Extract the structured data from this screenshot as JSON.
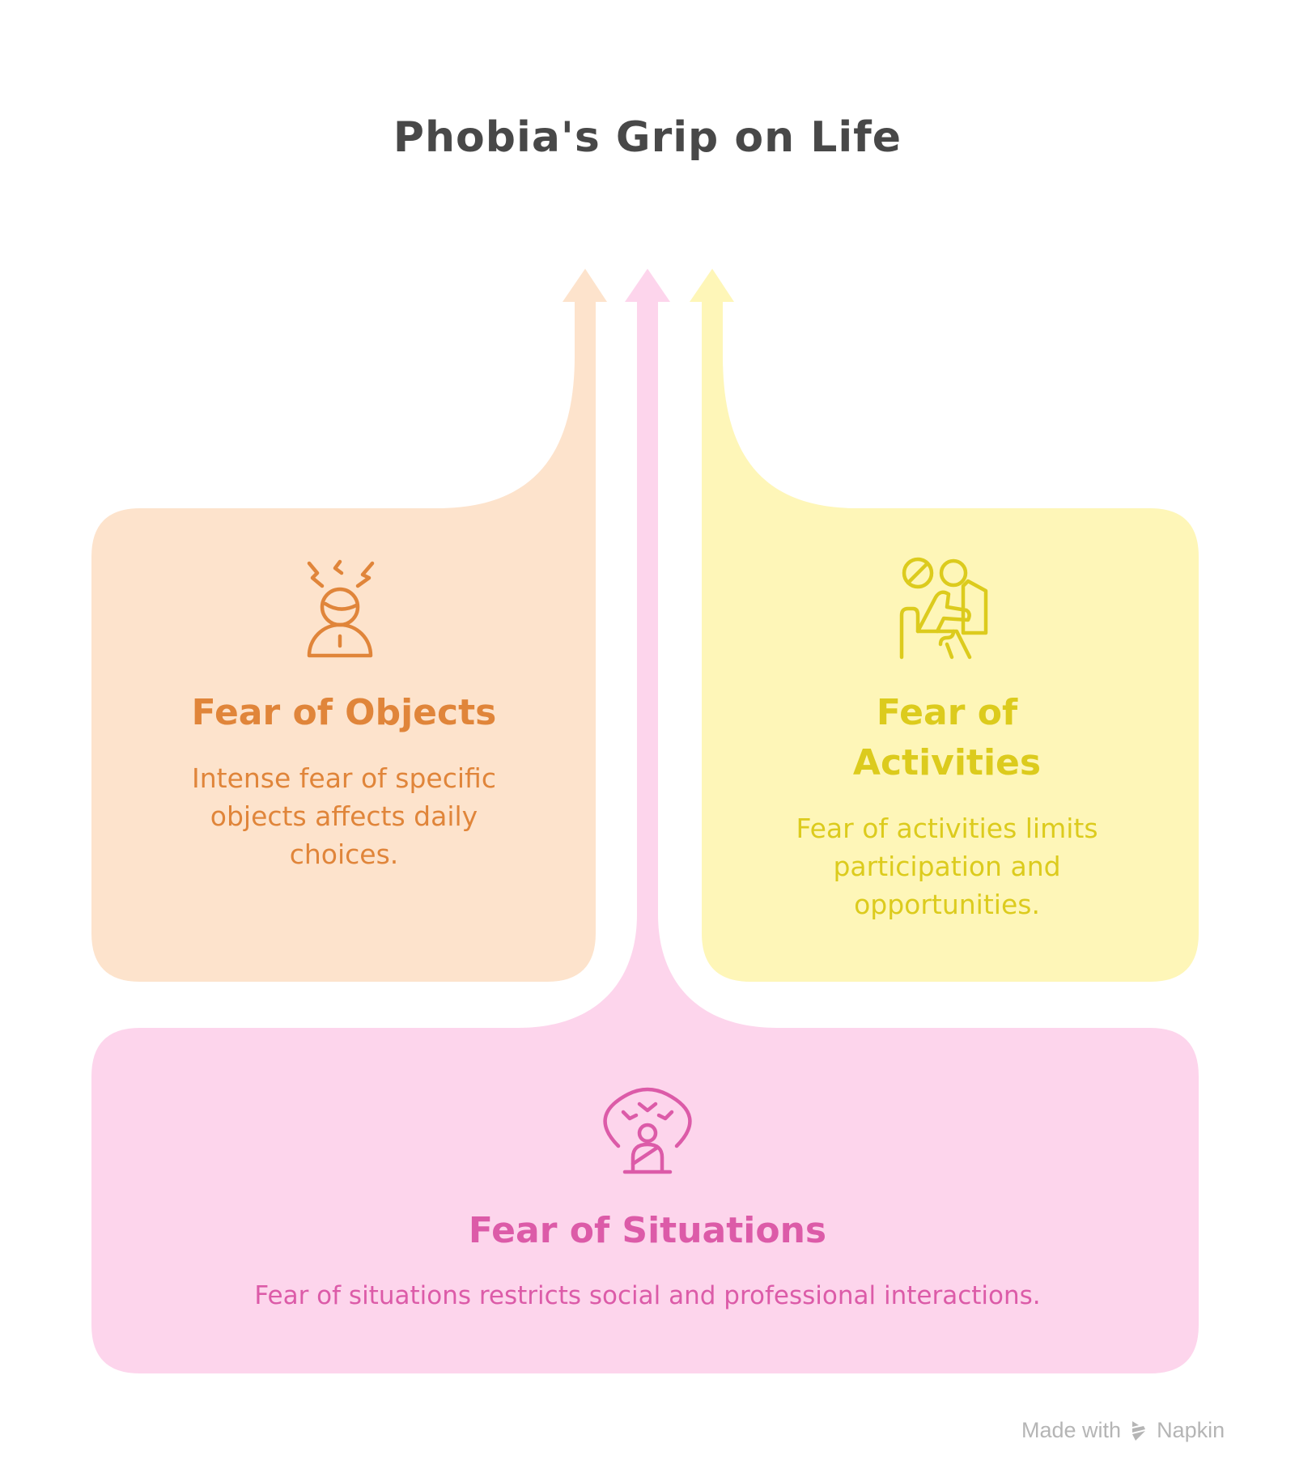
{
  "title": "Phobia's Grip on Life",
  "colors": {
    "title": "#484848",
    "objects_fill": "#fde3cc",
    "objects_accent": "#e0853a",
    "activities_fill": "#fef6b8",
    "activities_accent": "#dccb1d",
    "situations_fill": "#fdd5ec",
    "situations_accent": "#dc5ba8",
    "footer": "#b5b5b5"
  },
  "cards": [
    {
      "id": "objects",
      "heading": "Fear of Objects",
      "description": "Intense fear of specific objects affects daily choices.",
      "icon": "stressed-person-icon"
    },
    {
      "id": "activities",
      "heading": "Fear of Activities",
      "description": "Fear of activities limits participation and opportunities.",
      "icon": "prohibited-activity-person-icon"
    },
    {
      "id": "situations",
      "heading": "Fear of Situations",
      "description": "Fear of situations restricts social and professional interactions.",
      "icon": "surrounded-person-icon"
    }
  ],
  "footer": {
    "prefix": "Made with",
    "brand": "Napkin",
    "icon": "napkin-logo-icon"
  }
}
